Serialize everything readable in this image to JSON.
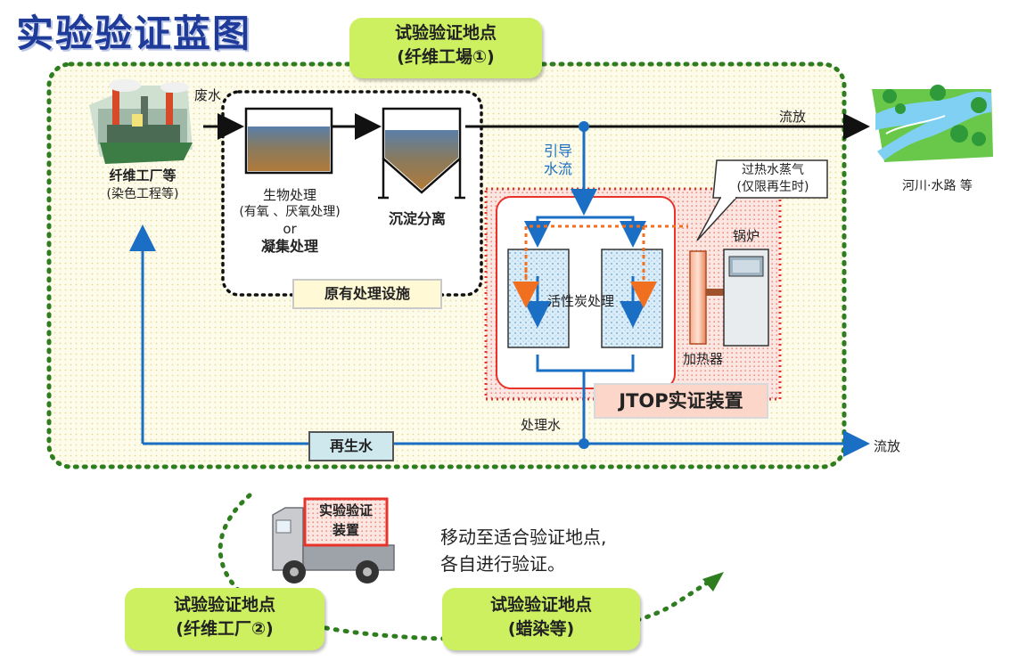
{
  "title": "实验验证蓝图",
  "site1": {
    "line1": "试验验证地点",
    "line2": "(纤维工場①)"
  },
  "site2": {
    "line1": "试验验证地点",
    "line2": "(纤维工厂②)"
  },
  "site3": {
    "line1": "试验验证地点",
    "line2": "(蜡染等)"
  },
  "factory": {
    "name": "纤维工厂等",
    "sub": "(染色工程等)"
  },
  "wastewater": "废水",
  "bio": {
    "line1": "生物处理",
    "line2": "(有氧 、厌氧处理)",
    "line3": "or",
    "line4": "凝集处理"
  },
  "sediment": "沉淀分离",
  "existing_facility": "原有处理设施",
  "guide_flow": {
    "line1": "引导",
    "line2": "水流"
  },
  "discharge_top": "流放",
  "discharge_bottom": "流放",
  "river": "河川·水路 等",
  "steam": {
    "line1": "过热水蒸气",
    "line2": "(仅限再生时)"
  },
  "boiler": "锅炉",
  "carbon": "活性炭处理",
  "heater": "加热器",
  "jtop": "JTOP实证装置",
  "treated_water": "处理水",
  "regen_water": "再生水",
  "truck_label": {
    "line1": "实验验证",
    "line2": "装置"
  },
  "move_text": {
    "line1": "移动至适合验证地点,",
    "line2": "各自进行验证。"
  },
  "colors": {
    "title": "#1f3b9a",
    "green_box": "#ccf060",
    "flow_blue": "#1a6fc4",
    "steam_orange": "#f07020",
    "dotted_green": "#2e7d1e",
    "jtop_red": "#e8332a"
  }
}
